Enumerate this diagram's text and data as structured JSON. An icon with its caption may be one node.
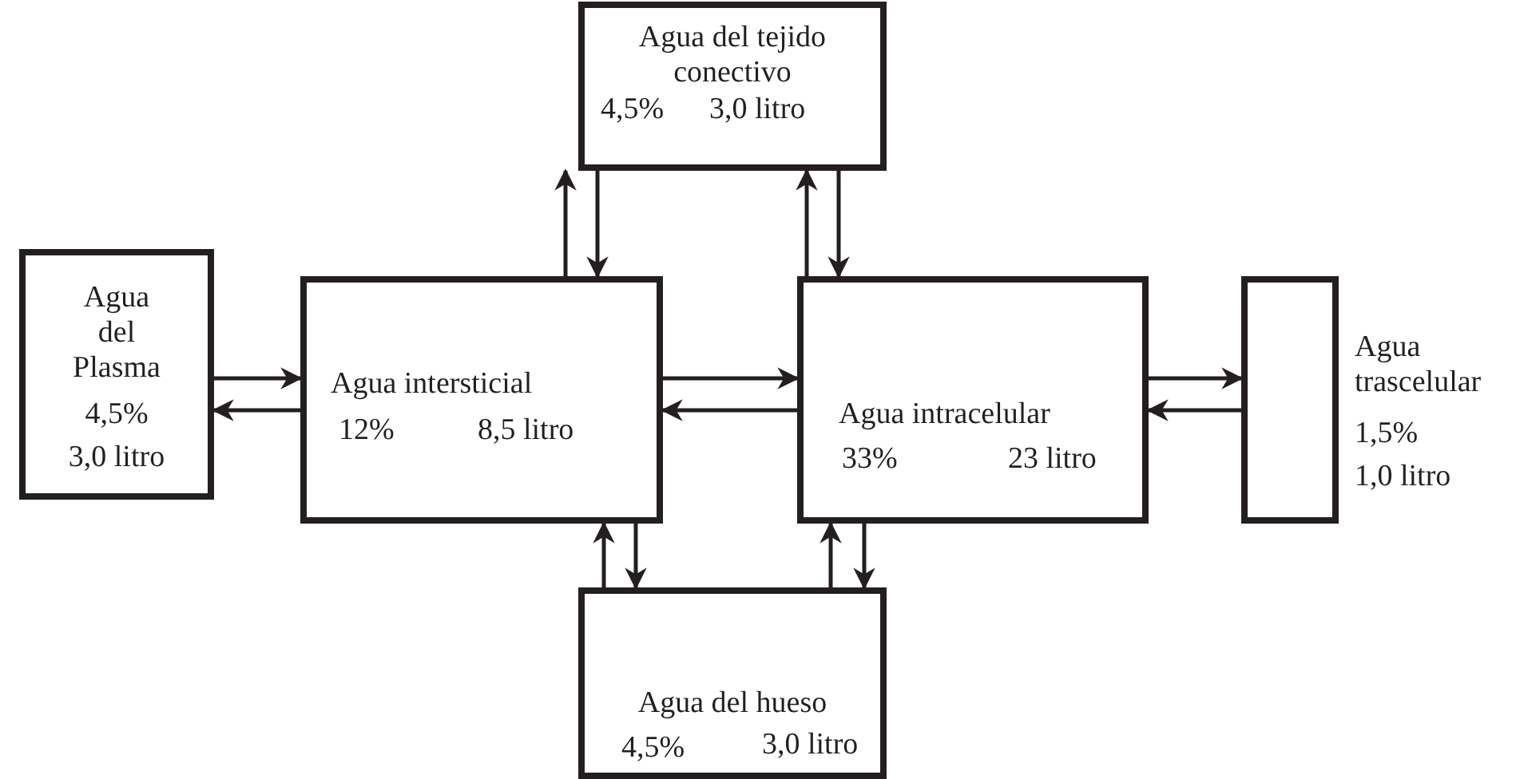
{
  "diagram": {
    "nodes": [
      {
        "text": [
          "Agua del tejido conectivo",
          "4,5%",
          "3,0 litro"
        ]
      },
      {
        "text": [
          "Agua del Plasma",
          "4,5%",
          "3,0 litro"
        ]
      },
      {
        "text": [
          "Agua intersticial",
          "12%",
          "8,5 litro"
        ]
      },
      {
        "text": [
          "Agua intracelular",
          "33%",
          "23 litro"
        ]
      },
      {
        "text": [
          "Agua trascelular",
          "1,5%",
          "1,0 litro"
        ]
      },
      {
        "text": [
          "Agua del hueso",
          "4,5%",
          "3,0 litro"
        ]
      }
    ],
    "edges": [
      {
        "from": 1,
        "to": 2,
        "arrow": "to"
      },
      {
        "from": 2,
        "to": 1,
        "arrow": "to"
      },
      {
        "from": 2,
        "to": 3,
        "arrow": "to"
      },
      {
        "from": 3,
        "to": 2,
        "arrow": "to"
      },
      {
        "from": 3,
        "to": 4,
        "arrow": "to"
      },
      {
        "from": 4,
        "to": 3,
        "arrow": "to"
      },
      {
        "from": 2,
        "to": 0,
        "arrow": "to"
      },
      {
        "from": 0,
        "to": 2,
        "arrow": "to"
      },
      {
        "from": 3,
        "to": 0,
        "arrow": "to"
      },
      {
        "from": 0,
        "to": 3,
        "arrow": "to"
      },
      {
        "from": 5,
        "to": 2,
        "arrow": "to"
      },
      {
        "from": 2,
        "to": 5,
        "arrow": "to"
      },
      {
        "from": 5,
        "to": 3,
        "arrow": "to"
      },
      {
        "from": 3,
        "to": 5,
        "arrow": "to"
      }
    ]
  }
}
